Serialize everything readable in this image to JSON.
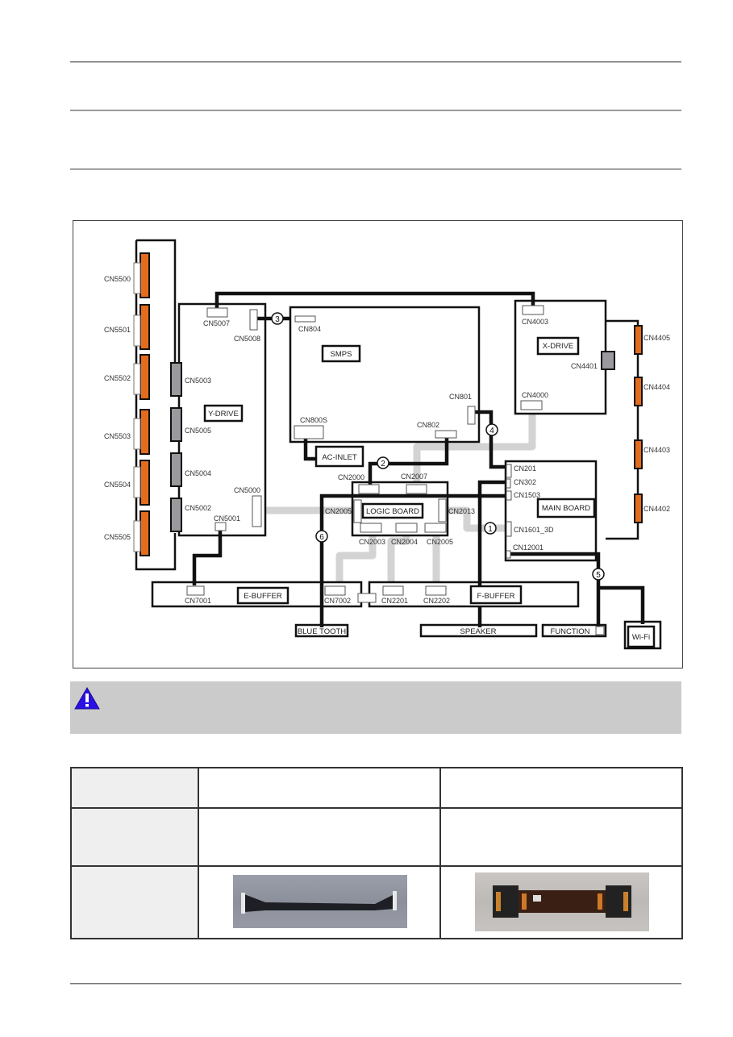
{
  "diagram": {
    "boards": {
      "y_drive": "Y-DRIVE",
      "smps": "SMPS",
      "x_drive": "X-DRIVE",
      "ac_inlet": "AC-INLET",
      "logic_board": "LOGIC BOARD",
      "main_board": "MAIN BOARD",
      "e_buffer": "E-BUFFER",
      "f_buffer": "F-BUFFER",
      "bluetooth": "BLUE TOOTH",
      "speaker": "SPEAKER",
      "function": "FUNCTION",
      "wifi": "Wi-Fi"
    },
    "connectors": {
      "cn5500": "CN5500",
      "cn5501": "CN5501",
      "cn5502": "CN5502",
      "cn5503": "CN5503",
      "cn5504": "CN5504",
      "cn5505": "CN5505",
      "cn5003": "CN5003",
      "cn5005": "CN5005",
      "cn5004": "CN5004",
      "cn5002": "CN5002",
      "cn5007": "CN5007",
      "cn5008": "CN5008",
      "cn5000": "CN5000",
      "cn5001": "CN5001",
      "cn804": "CN804",
      "cn800s": "CN800S",
      "cn801": "CN801",
      "cn802": "CN802",
      "cn4003": "CN4003",
      "cn4000": "CN4000",
      "cn4401": "CN4401",
      "cn4405": "CN4405",
      "cn4404": "CN4404",
      "cn4403": "CN4403",
      "cn4402": "CN4402",
      "cn2000": "CN2000",
      "cn2007": "CN2007",
      "cn2005_left": "CN2005",
      "cn2013": "CN2013",
      "cn2003": "CN2003",
      "cn2004": "CN2004",
      "cn2005_bottom": "CN2005",
      "cn201": "CN201",
      "cn302": "CN302",
      "cn1503": "CN1503",
      "cn1601_3d": "CN1601_3D",
      "cn12001": "CN12001",
      "cn7001": "CN7001",
      "cn7002": "CN7002",
      "cn2201": "CN2201",
      "cn2202": "CN2202"
    },
    "cable_numbers": [
      "1",
      "2",
      "3",
      "4",
      "5",
      "6"
    ],
    "colors": {
      "panel_connector": "#e36c1e",
      "drive_connector": "#9a9a9e",
      "flat_cable": "#d3d3d3",
      "wire": "#111111"
    }
  },
  "warning": {
    "icon": "warning-triangle-icon",
    "color": "#2b10e6",
    "background": "#cbcbcb"
  },
  "spec_table": {
    "rows": 3,
    "columns": 3,
    "images": [
      "wire-harness-cable-photo",
      "flat-flex-cable-photo"
    ]
  }
}
